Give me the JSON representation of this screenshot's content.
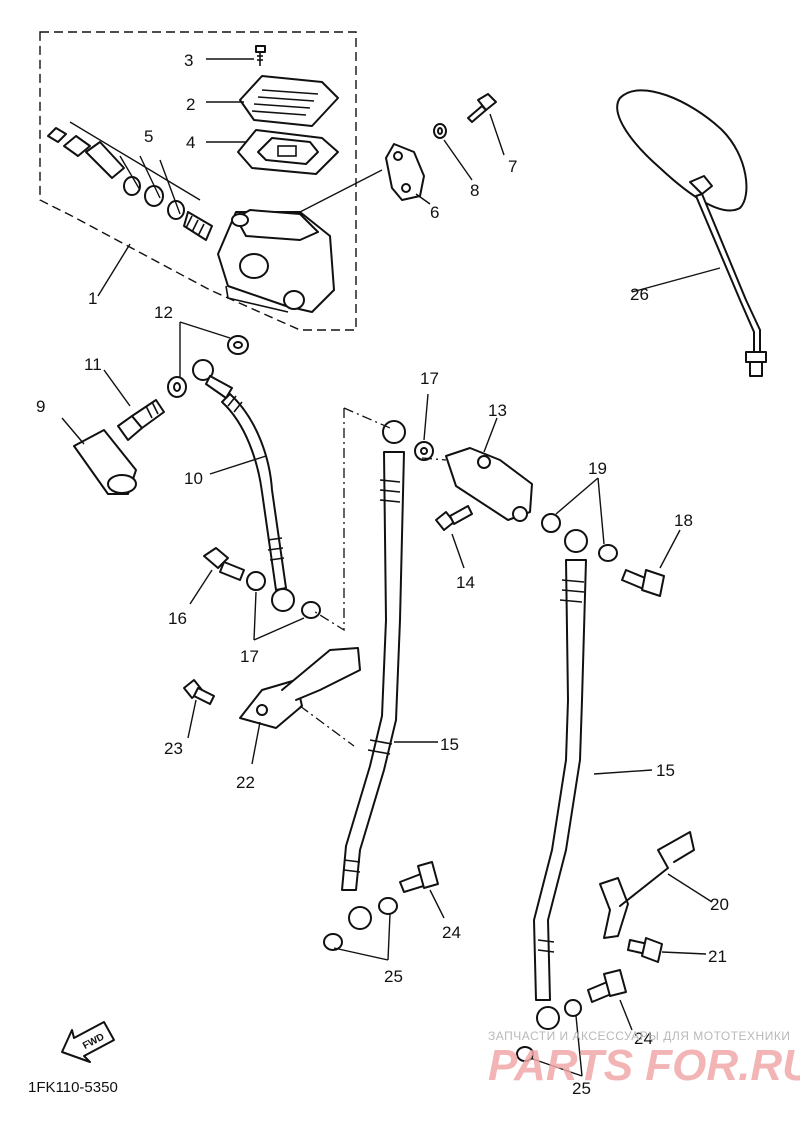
{
  "diagram": {
    "callouts": {
      "c1": "1",
      "c2": "2",
      "c3": "3",
      "c4": "4",
      "c5": "5",
      "c6": "6",
      "c7": "7",
      "c8": "8",
      "c9": "9",
      "c10": "10",
      "c11": "11",
      "c12": "12",
      "c13": "13",
      "c14": "14",
      "c15a": "15",
      "c15b": "15",
      "c16": "16",
      "c17a": "17",
      "c17b": "17",
      "c18": "18",
      "c19": "19",
      "c20": "20",
      "c21": "21",
      "c22": "22",
      "c23": "23",
      "c24a": "24",
      "c24b": "24",
      "c25a": "25",
      "c25b": "25",
      "c26": "26"
    },
    "fwd_label": "FWD",
    "figure_code": "1FK110-5350"
  },
  "watermark": {
    "line1": "ЗАПЧАСТИ И АКСЕССУАРЫ ДЛЯ МОТОТЕХНИКИ",
    "line2": "PARTS FOR.RU"
  }
}
